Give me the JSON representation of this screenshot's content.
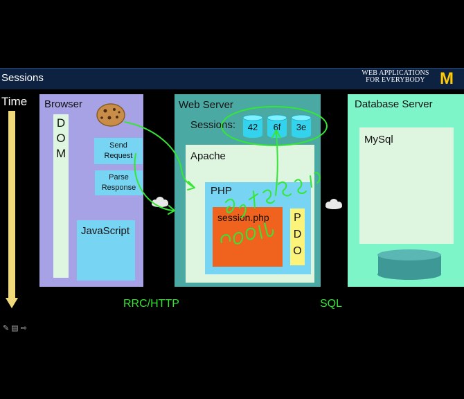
{
  "header": {
    "title": "Sessions",
    "brand_line1": "WEB APPLICATIONS",
    "brand_line2": "FOR EVERYBODY",
    "logo_letter": "M"
  },
  "time_label": "Time",
  "browser": {
    "title": "Browser",
    "dom_letters": [
      "D",
      "O",
      "M"
    ],
    "send_label_1": "Send",
    "send_label_2": "Request",
    "parse_label_1": "Parse",
    "parse_label_2": "Response",
    "javascript_label": "JavaScript"
  },
  "web_server": {
    "title": "Web Server",
    "sessions_label": "Sessions:",
    "session_ids": [
      "42",
      "6f",
      "3e"
    ],
    "apache_label": "Apache",
    "php_label": "PHP",
    "session_php_label": "session.php",
    "pdo_letters": [
      "P",
      "D",
      "O"
    ]
  },
  "database_server": {
    "title": "Database Server",
    "mysql_label": "MySql"
  },
  "protocols": {
    "browser_web": "RRC/HTTP",
    "web_db": "SQL"
  },
  "colors": {
    "header_bg": "#0d2240",
    "browser_panel": "#a7a2e6",
    "web_panel": "#4ba9a4",
    "db_panel": "#7df5c9",
    "light_box": "#def5df",
    "blue_box": "#78d4f3",
    "session_php": "#f0631f",
    "pdo": "#fbf37a",
    "annotation_green": "#35e635",
    "logo_yellow": "#ffcb05"
  }
}
